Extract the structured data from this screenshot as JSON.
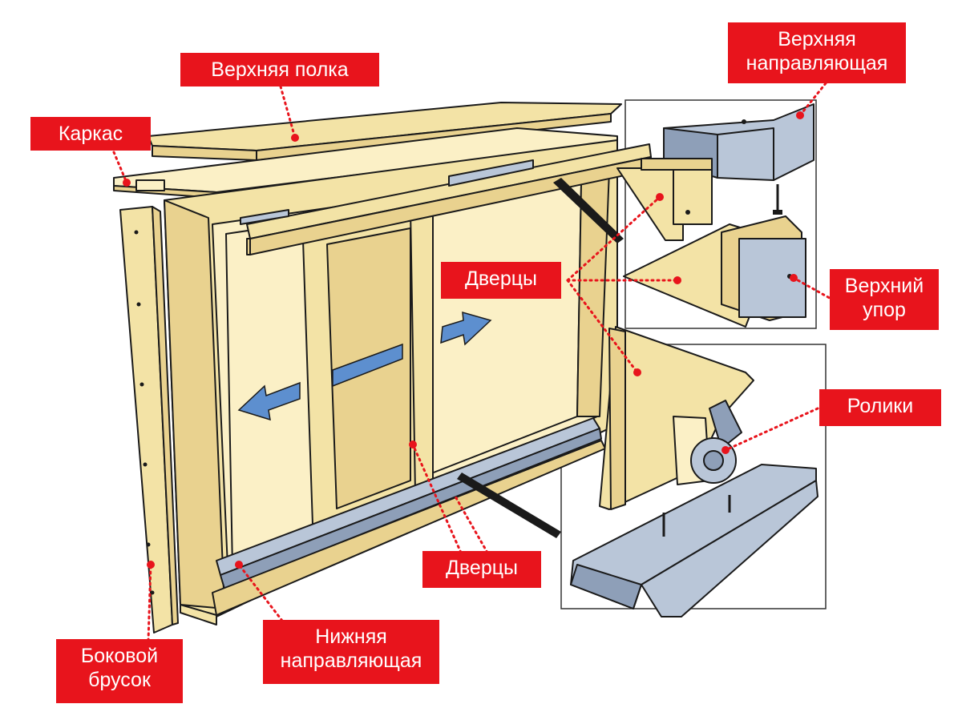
{
  "labels": {
    "top_shelf": "Верхняя полка",
    "frame": "Каркас",
    "top_guide_line1": "Верхняя",
    "top_guide_line2": "направляющая",
    "doors_upper": "Дверцы",
    "top_stop_line1": "Верхний",
    "top_stop_line2": "упор",
    "rollers": "Ролики",
    "doors_lower": "Дверцы",
    "side_bar_line1": "Боковой",
    "side_bar_line2": "брусок",
    "bottom_guide_line1": "Нижняя",
    "bottom_guide_line2": "направляющая"
  },
  "colors": {
    "label_bg": "#e8141c",
    "label_text": "#ffffff",
    "wood": "#f3e3a6",
    "wood_dark": "#e2c87d",
    "outline": "#1a1a1a",
    "metal": "#b9c6d8",
    "arrow": "#5d8fcf",
    "leader": "#e8141c"
  }
}
